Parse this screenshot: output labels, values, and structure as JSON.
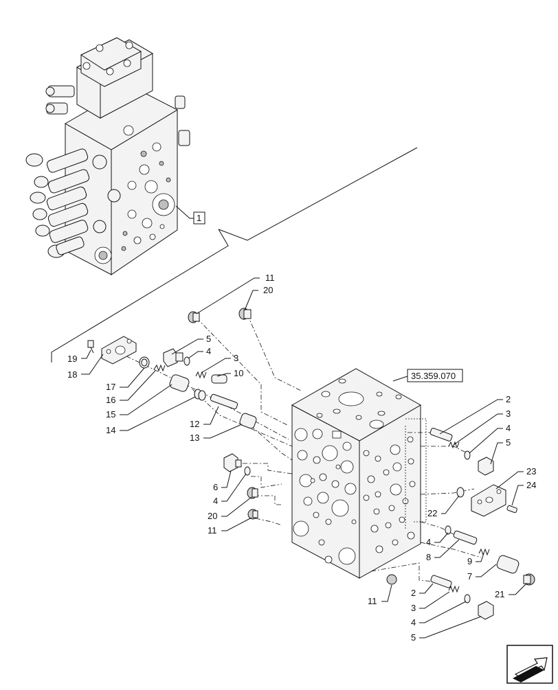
{
  "reference_box": "35.359.070",
  "callout_box": "1",
  "callouts": {
    "c11a": "11",
    "c20a": "20",
    "c5a": "5",
    "c4a": "4",
    "c3a": "3",
    "c10": "10",
    "c19": "19",
    "c18": "18",
    "c17": "17",
    "c16": "16",
    "c15": "15",
    "c14": "14",
    "c12": "12",
    "c13": "13",
    "c6": "6",
    "c4b": "4",
    "c20b": "20",
    "c11b": "11",
    "c2a": "2",
    "c3b": "3",
    "c4c": "4",
    "c5b": "5",
    "c23": "23",
    "c24": "24",
    "c22": "22",
    "c4d": "4",
    "c8": "8",
    "c9": "9",
    "c7": "7",
    "c21": "21",
    "c11c": "11",
    "c2b": "2",
    "c3c": "3",
    "c4e": "4",
    "c5c": "5"
  },
  "icons": {
    "nav": "next-page-arrow-icon"
  }
}
